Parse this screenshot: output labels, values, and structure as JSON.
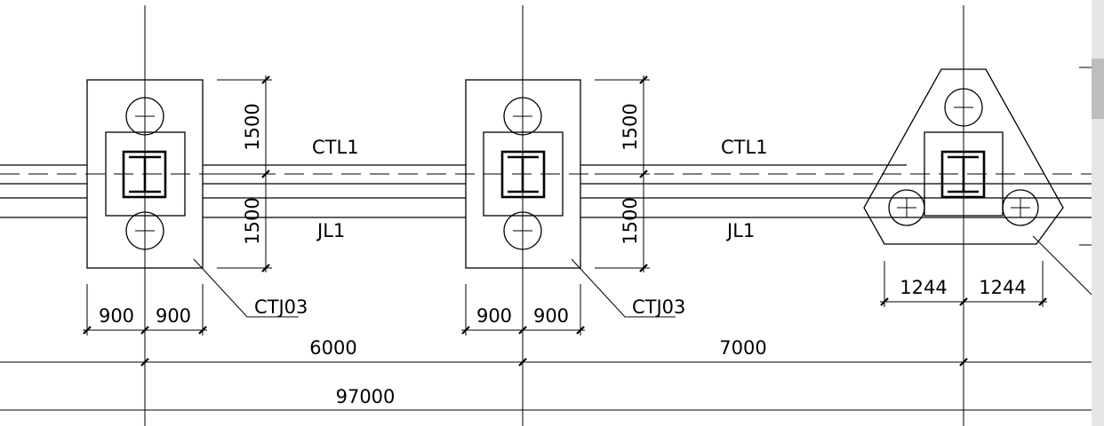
{
  "labels": {
    "beam_top_1": "CTL1",
    "beam_top_2": "CTL1",
    "beam_bottom_1": "JL1",
    "beam_bottom_2": "JL1",
    "cap_1": "CTJ03",
    "cap_2": "CTJ03"
  },
  "dimensions": {
    "cap1_upper": "1500",
    "cap1_lower": "1500",
    "cap2_upper": "1500",
    "cap2_lower": "1500",
    "cap1_left": "900",
    "cap1_right": "900",
    "cap2_left": "900",
    "cap2_right": "900",
    "cap3_left": "1244",
    "cap3_right": "1244",
    "span_1": "6000",
    "span_2": "7000",
    "total": "97000"
  }
}
